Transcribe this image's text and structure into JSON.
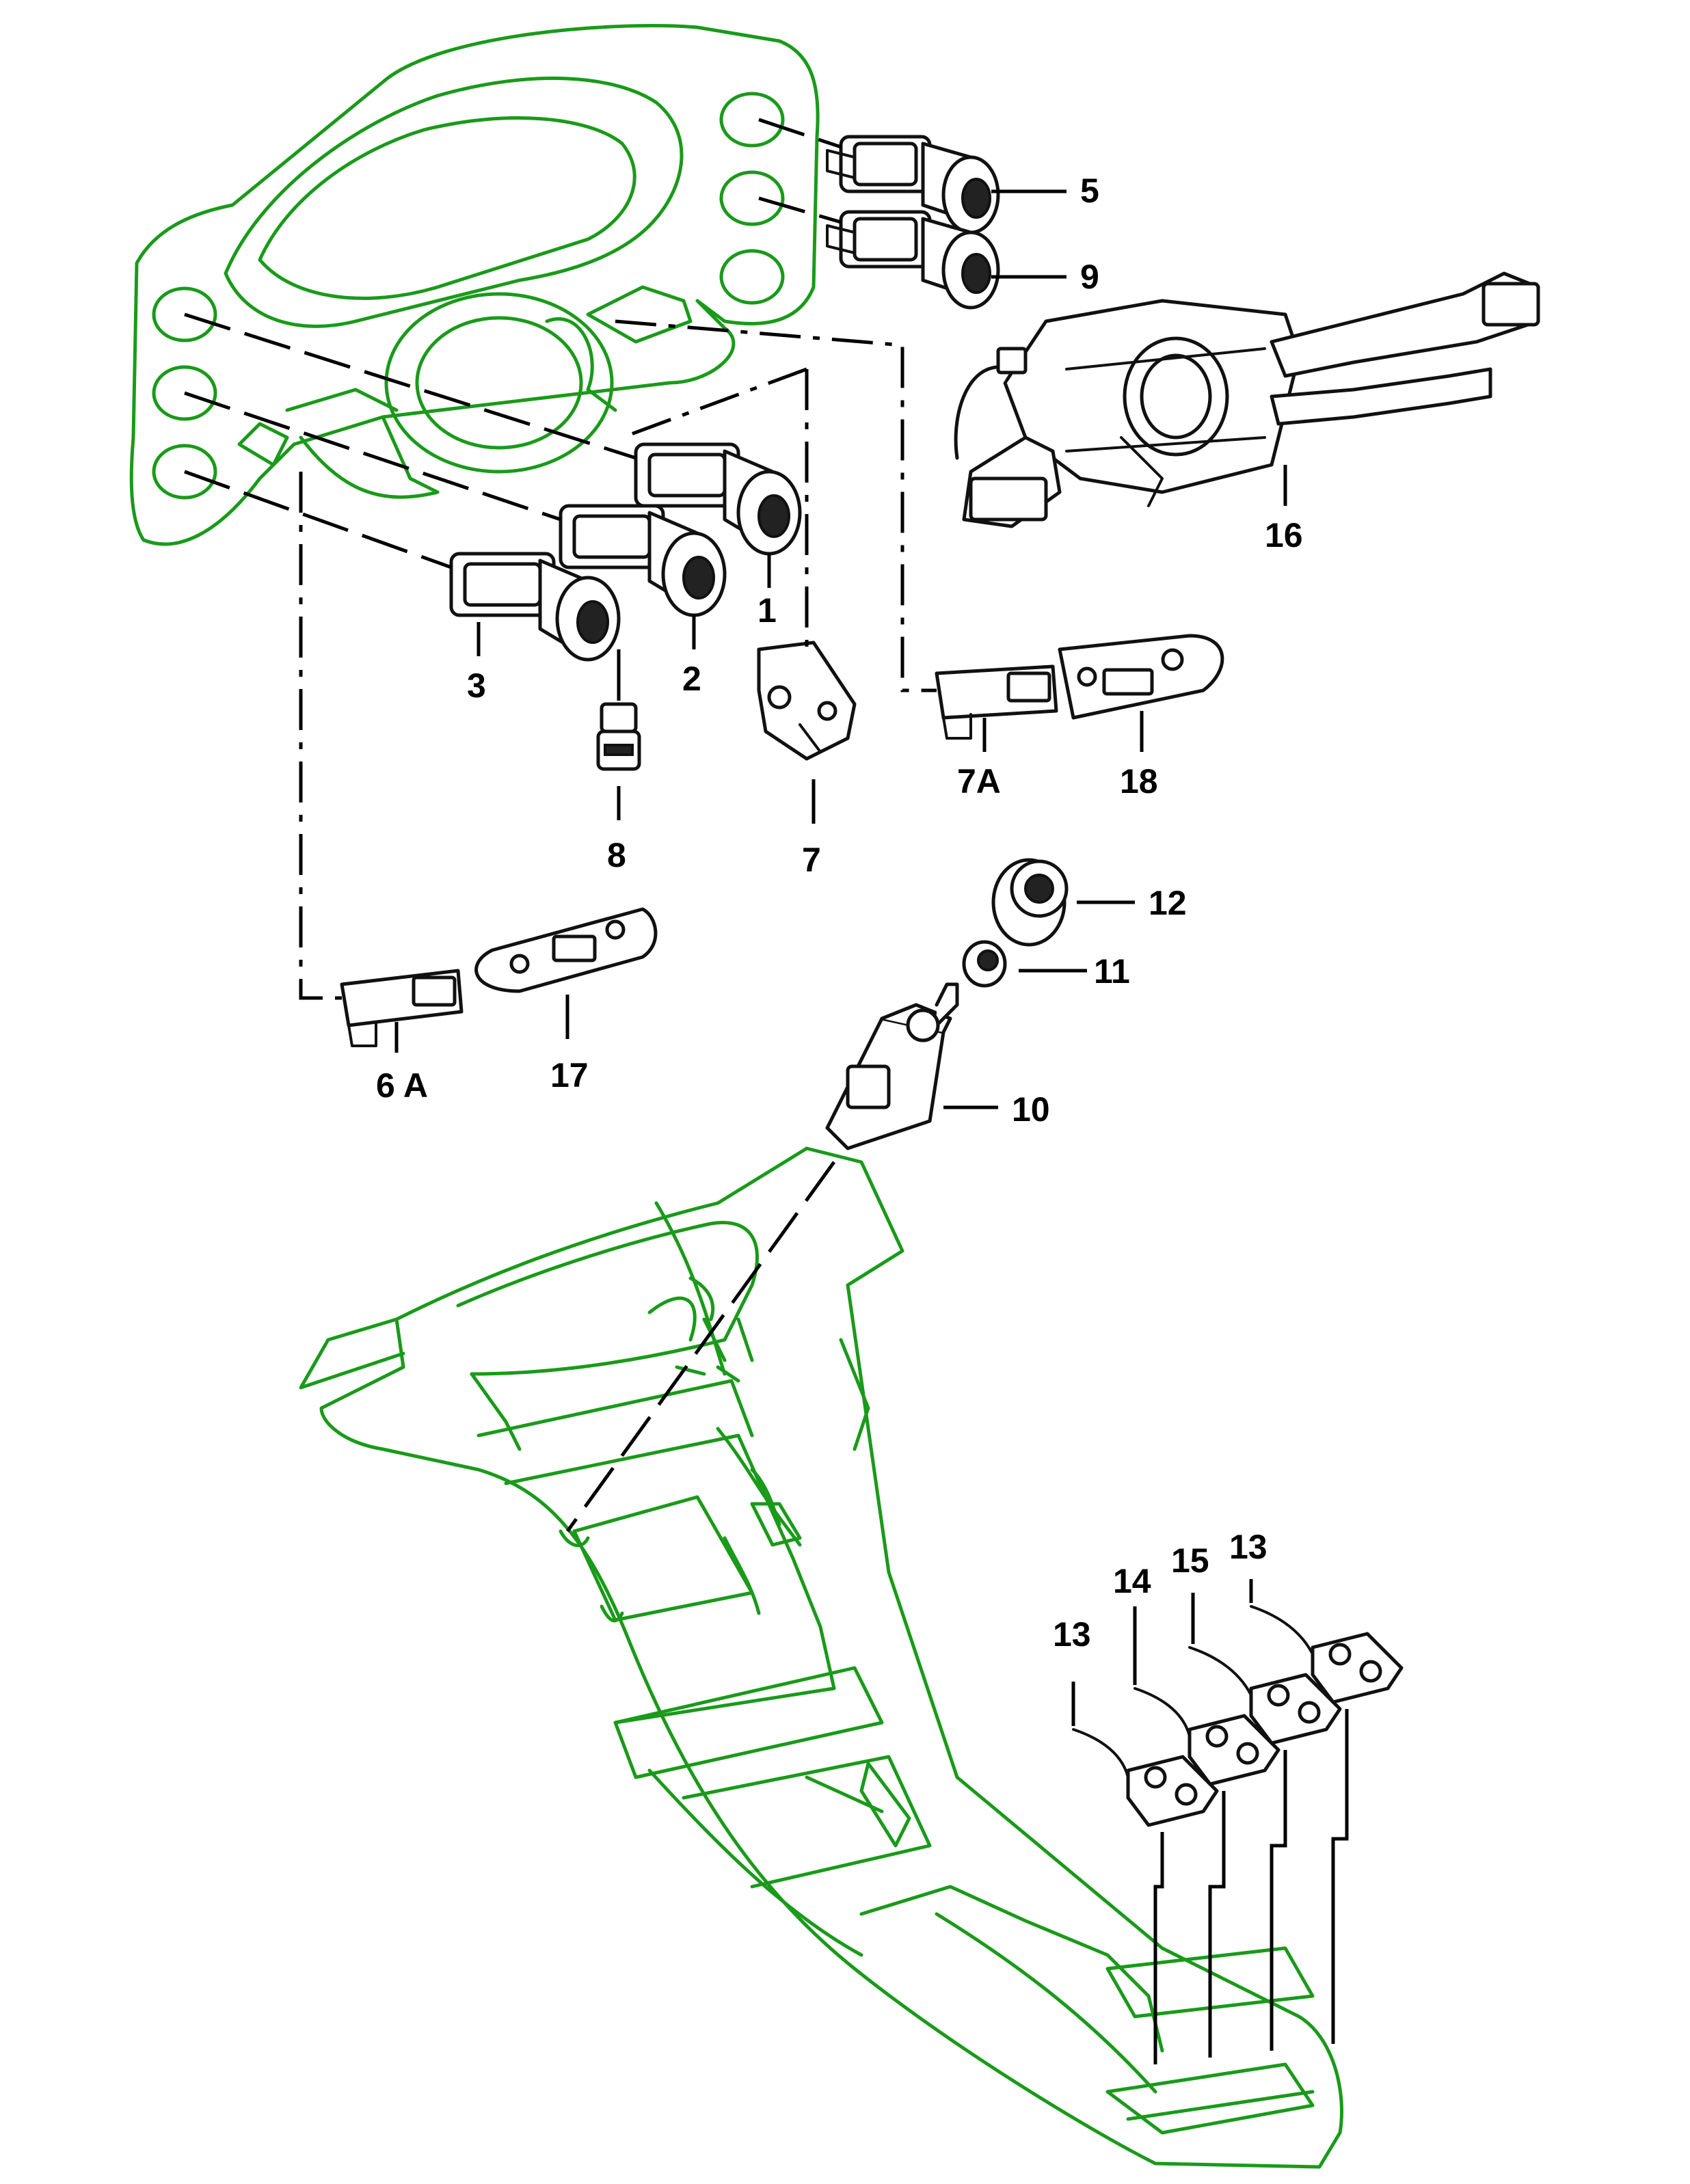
{
  "callouts": {
    "c1": "1",
    "c2": "2",
    "c3": "3",
    "c5": "5",
    "c6a": "6 A",
    "c7": "7",
    "c7a": "7A",
    "c8": "8",
    "c9": "9",
    "c10": "10",
    "c11": "11",
    "c12": "12",
    "c13a": "13",
    "c13b": "13",
    "c14": "14",
    "c15": "15",
    "c16": "16",
    "c17": "17",
    "c18": "18"
  },
  "colors": {
    "outline_green": "#1a9a1a",
    "part_ink": "#111111",
    "background": "#ffffff"
  }
}
